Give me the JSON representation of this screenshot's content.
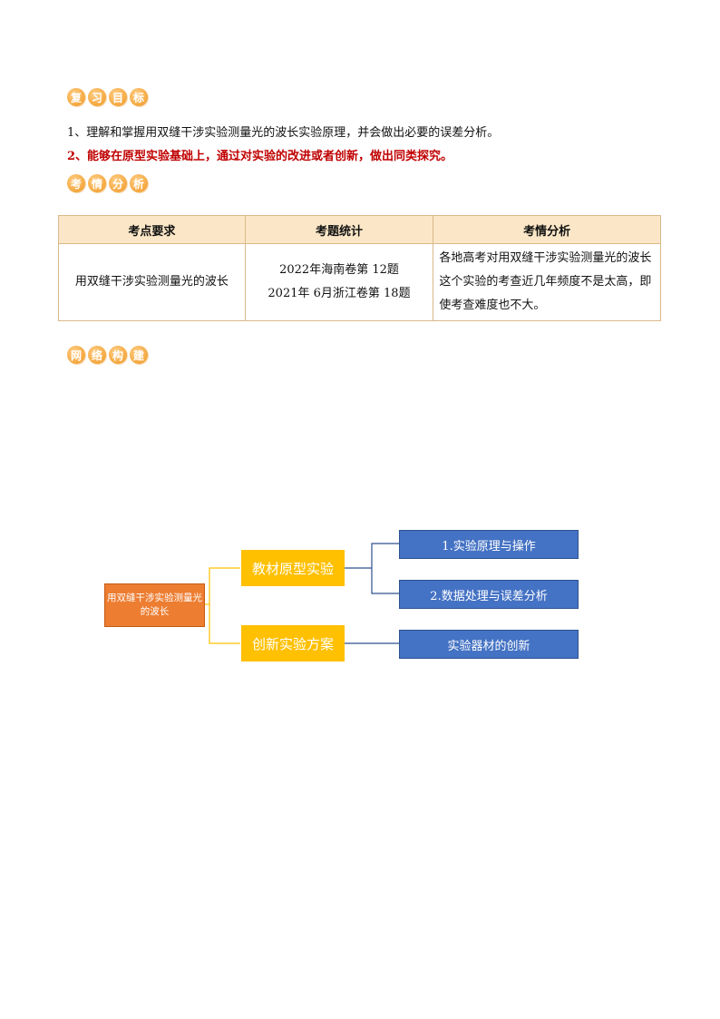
{
  "sections": {
    "review_goals": [
      "复",
      "习",
      "目",
      "标"
    ],
    "exam_analysis": [
      "考",
      "情",
      "分",
      "析"
    ],
    "network": [
      "网",
      "络",
      "构",
      "建"
    ]
  },
  "goals": [
    "1、理解和掌握用双缝干涉实验测量光的波长实验原理，并会做出必要的误差分析。",
    "2、能够在原型实验基础上，通过对实验的改进或者创新，做出同类探究。"
  ],
  "table": {
    "headers": [
      "考点要求",
      "考题统计",
      "考情分析"
    ],
    "row": {
      "requirement": "用双缝干涉实验测量光的波长",
      "stats": [
        "2022年海南卷第 12题",
        "2021年 6月浙江卷第 18题"
      ],
      "analysis": "各地高考对用双缝干涉实验测量光的波长这个实验的考查近几年频度不是太高，即使考查难度也不大。"
    }
  },
  "mindmap": {
    "root": "用双缝干涉实验测量光的波长",
    "branches": [
      {
        "label": "教材原型实验",
        "leaves": [
          "1.实验原理与操作",
          "2.数据处理与误差分析"
        ]
      },
      {
        "label": "创新实验方案",
        "leaves": [
          "实验器材的创新"
        ]
      }
    ],
    "colors": {
      "root": "#ed7d31",
      "branch": "#ffc000",
      "leaf": "#4472c4",
      "line_root": "#ffc000",
      "line_branch": "#2f528f"
    }
  }
}
